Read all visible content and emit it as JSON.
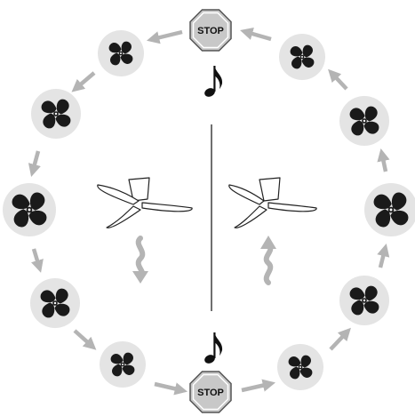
{
  "stop_signs": [
    {
      "label": "STOP"
    },
    {
      "label": "STOP"
    }
  ],
  "music_notes": [
    {
      "glyph": "♪"
    },
    {
      "glyph": "♪"
    }
  ],
  "fan_speed_levels": {
    "left": [
      1,
      2,
      3,
      2,
      1
    ],
    "right": [
      1,
      2,
      3,
      2,
      1
    ]
  },
  "colors": {
    "disc": "#e4e4e4",
    "fan_icon": "#1a1a1a",
    "arrow": "#b4b4b4",
    "stop_fill": "#c8c8c8",
    "stop_stroke": "#555555",
    "line": "#111111"
  },
  "icons": {
    "fan": "fan-icon",
    "stop": "stop-sign-icon",
    "note": "music-note-icon",
    "ceiling_fan": "ceiling-fan-icon",
    "airflow_arrow": "wavy-arrow-icon"
  }
}
